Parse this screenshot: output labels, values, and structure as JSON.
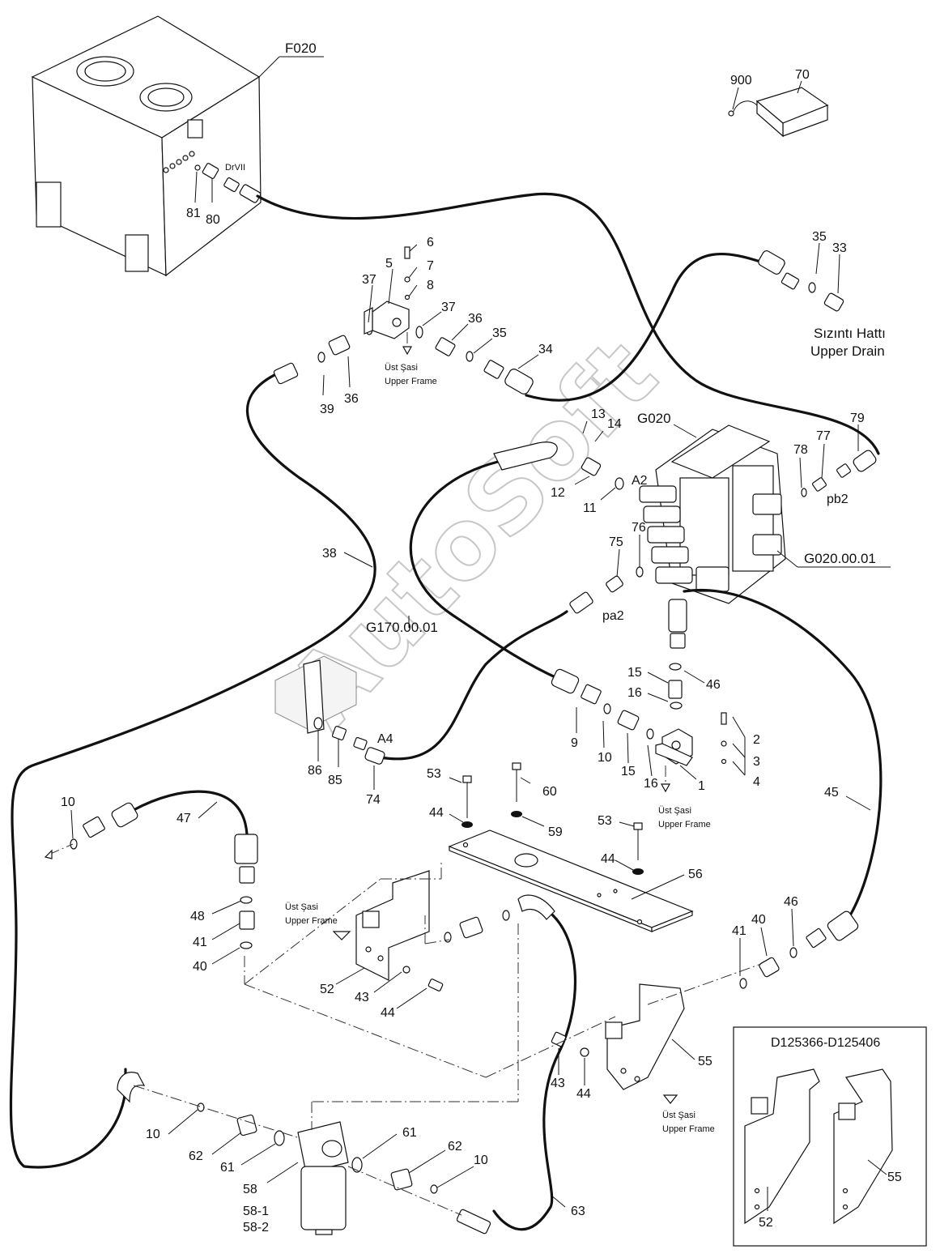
{
  "callouts": {
    "F020": "F020",
    "G020": "G020",
    "G020_00_01": "G020.00.01",
    "G170_00_01": "G170.00.01",
    "D125366": "D125366-D125406"
  },
  "port_labels": {
    "DrVII": "DrVII",
    "A2": "A2",
    "pb2": "pb2",
    "pa2": "pa2",
    "A4": "A4"
  },
  "notes": {
    "ust_sasi": "Üst Şasi",
    "upper_frame": "Upper Frame",
    "sizinti": "Sızıntı Hattı",
    "upper_drain": "Upper Drain"
  },
  "watermark": "AutoSoft",
  "part_numbers": {
    "n900": "900",
    "n70": "70",
    "n81": "81",
    "n80": "80",
    "n35a": "35",
    "n33": "33",
    "n6": "6",
    "n5": "5",
    "n7": "7",
    "n8": "8",
    "n37a": "37",
    "n37b": "37",
    "n36a": "36",
    "n35b": "35",
    "n34": "34",
    "n39": "39",
    "n36b": "36",
    "n13": "13",
    "n14": "14",
    "n12": "12",
    "n11": "11",
    "n79": "79",
    "n77": "77",
    "n78": "78",
    "n75": "75",
    "n76": "76",
    "n38": "38",
    "n15a": "15",
    "n46a": "46",
    "n16a": "16",
    "n9": "9",
    "n10a": "10",
    "n15b": "15",
    "n16b": "16",
    "n1": "1",
    "n2": "2",
    "n3": "3",
    "n4": "4",
    "n86": "86",
    "n85": "85",
    "n74": "74",
    "n53a": "53",
    "n60": "60",
    "n44a": "44",
    "n59": "59",
    "n53b": "53",
    "n44b": "44",
    "n56": "56",
    "n45": "45",
    "n10b": "10",
    "n47": "47",
    "n48": "48",
    "n41a": "41",
    "n40a": "40",
    "n52a": "52",
    "n43a": "43",
    "n44c": "44",
    "n41b": "41",
    "n40b": "40",
    "n46b": "46",
    "n43b": "43",
    "n44d": "44",
    "n55a": "55",
    "n10c": "10",
    "n62a": "62",
    "n61a": "61",
    "n58": "58",
    "n58_1": "58-1",
    "n58_2": "58-2",
    "n61b": "61",
    "n62b": "62",
    "n10d": "10",
    "n63": "63",
    "n52b": "52",
    "n55b": "55"
  }
}
